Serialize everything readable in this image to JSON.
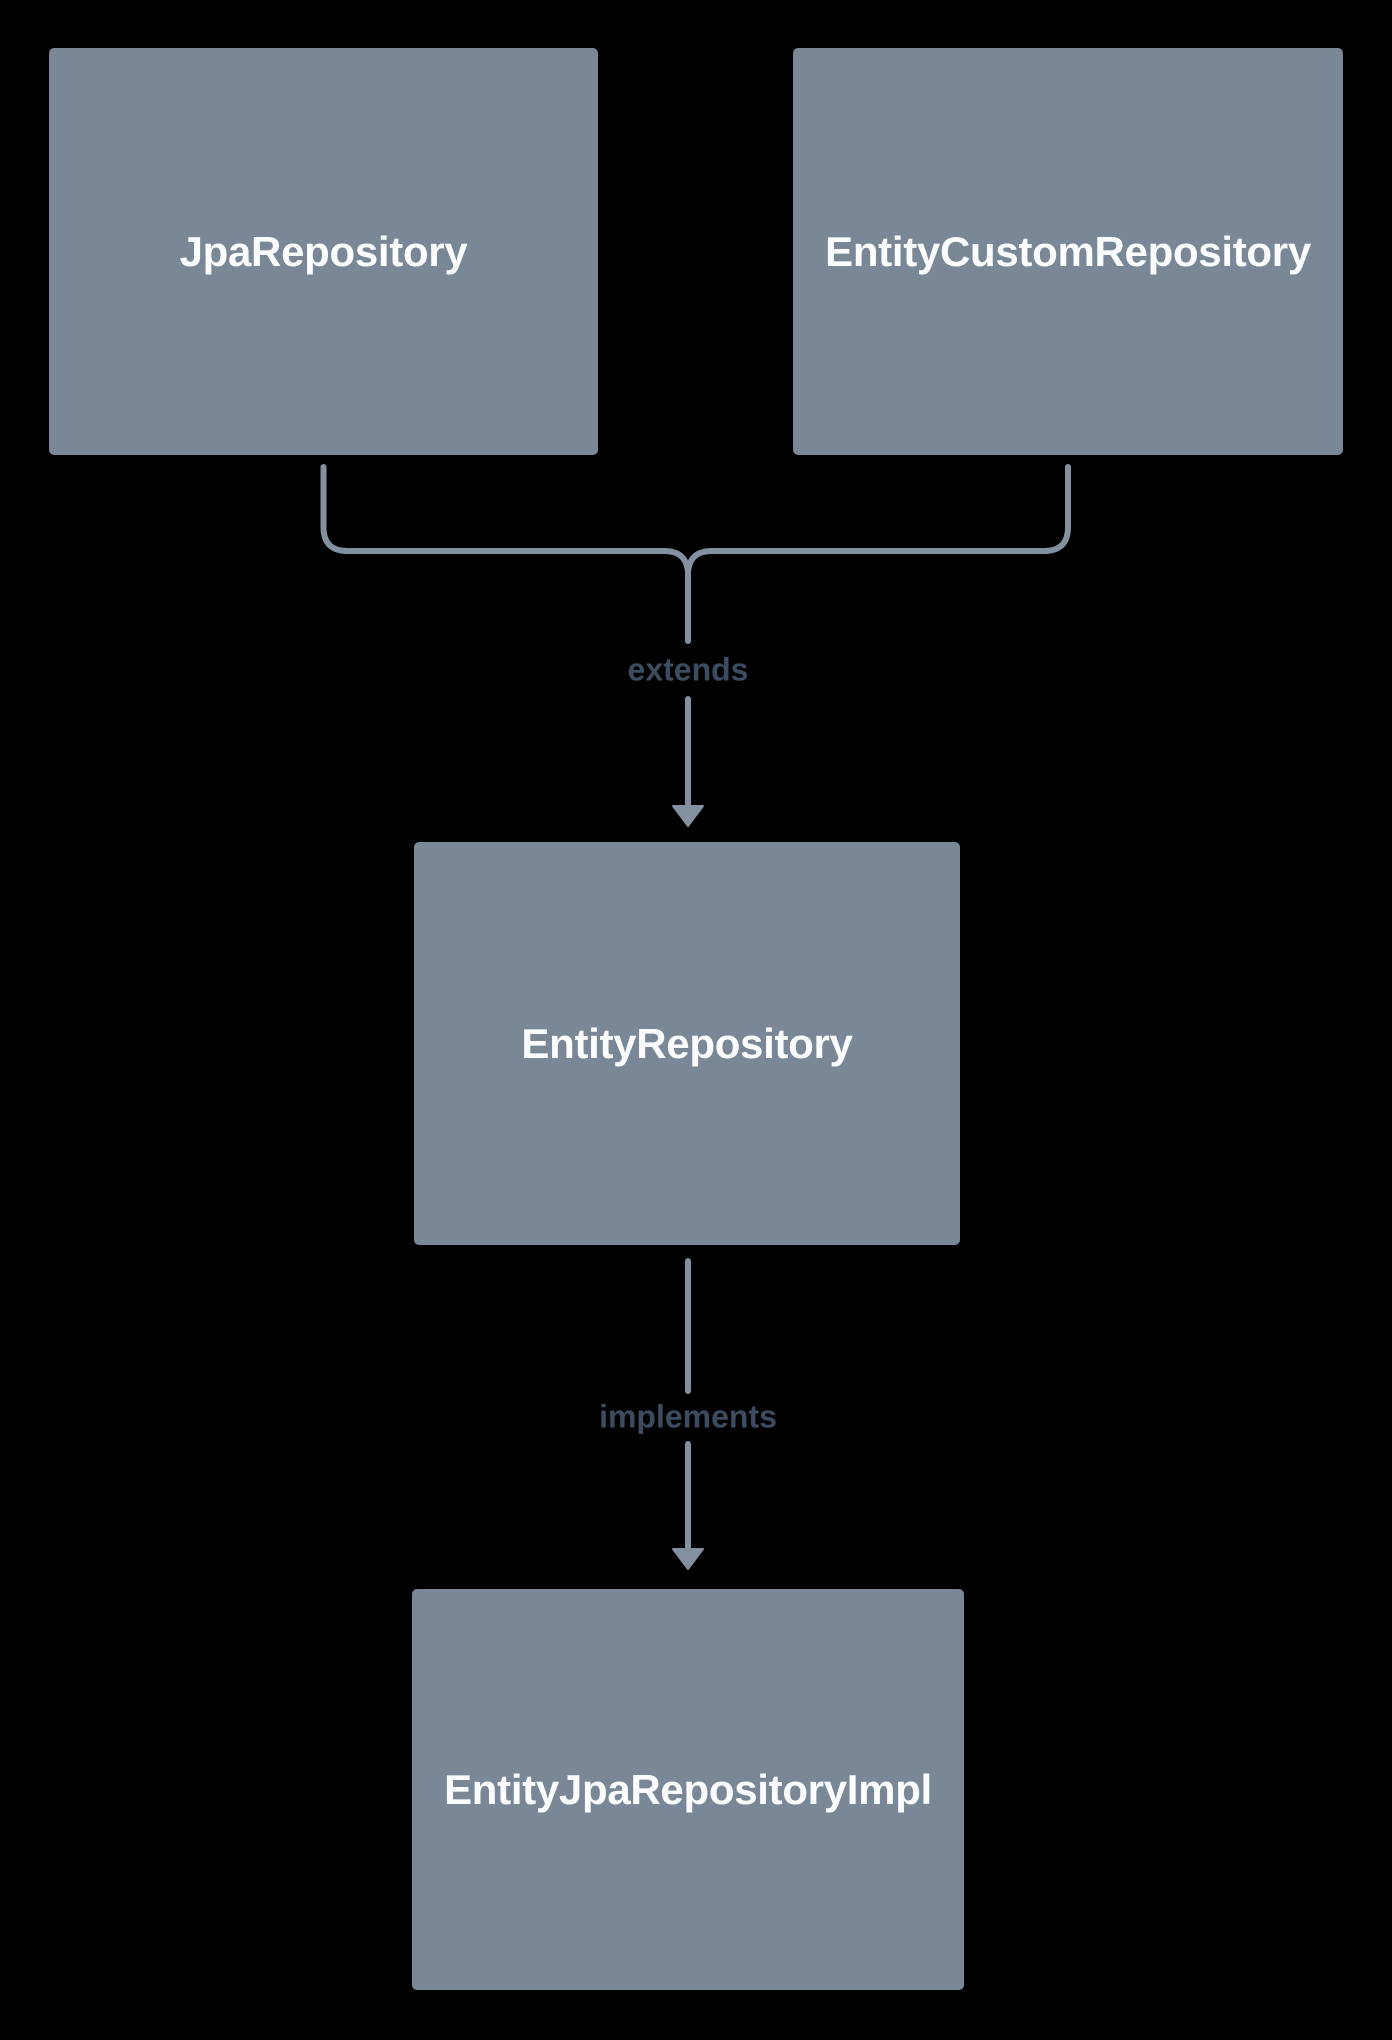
{
  "diagram": {
    "nodes": [
      {
        "id": "jpa-repository",
        "label": "JpaRepository"
      },
      {
        "id": "entity-custom-repository",
        "label": "EntityCustomRepository"
      },
      {
        "id": "entity-repository",
        "label": "EntityRepository"
      },
      {
        "id": "entity-jpa-repository-impl",
        "label": "EntityJpaRepositoryImpl"
      }
    ],
    "edges": [
      {
        "label": "extends",
        "from": [
          "JpaRepository",
          "EntityCustomRepository"
        ],
        "to": "EntityRepository"
      },
      {
        "label": "implements",
        "from": [
          "EntityRepository"
        ],
        "to": "EntityJpaRepositoryImpl"
      }
    ],
    "colors": {
      "background": "#000000",
      "node_fill": "#798796",
      "node_text": "#fbfcfd",
      "connector": "#8290a0",
      "edge_label_text": "#3b4c61"
    }
  }
}
